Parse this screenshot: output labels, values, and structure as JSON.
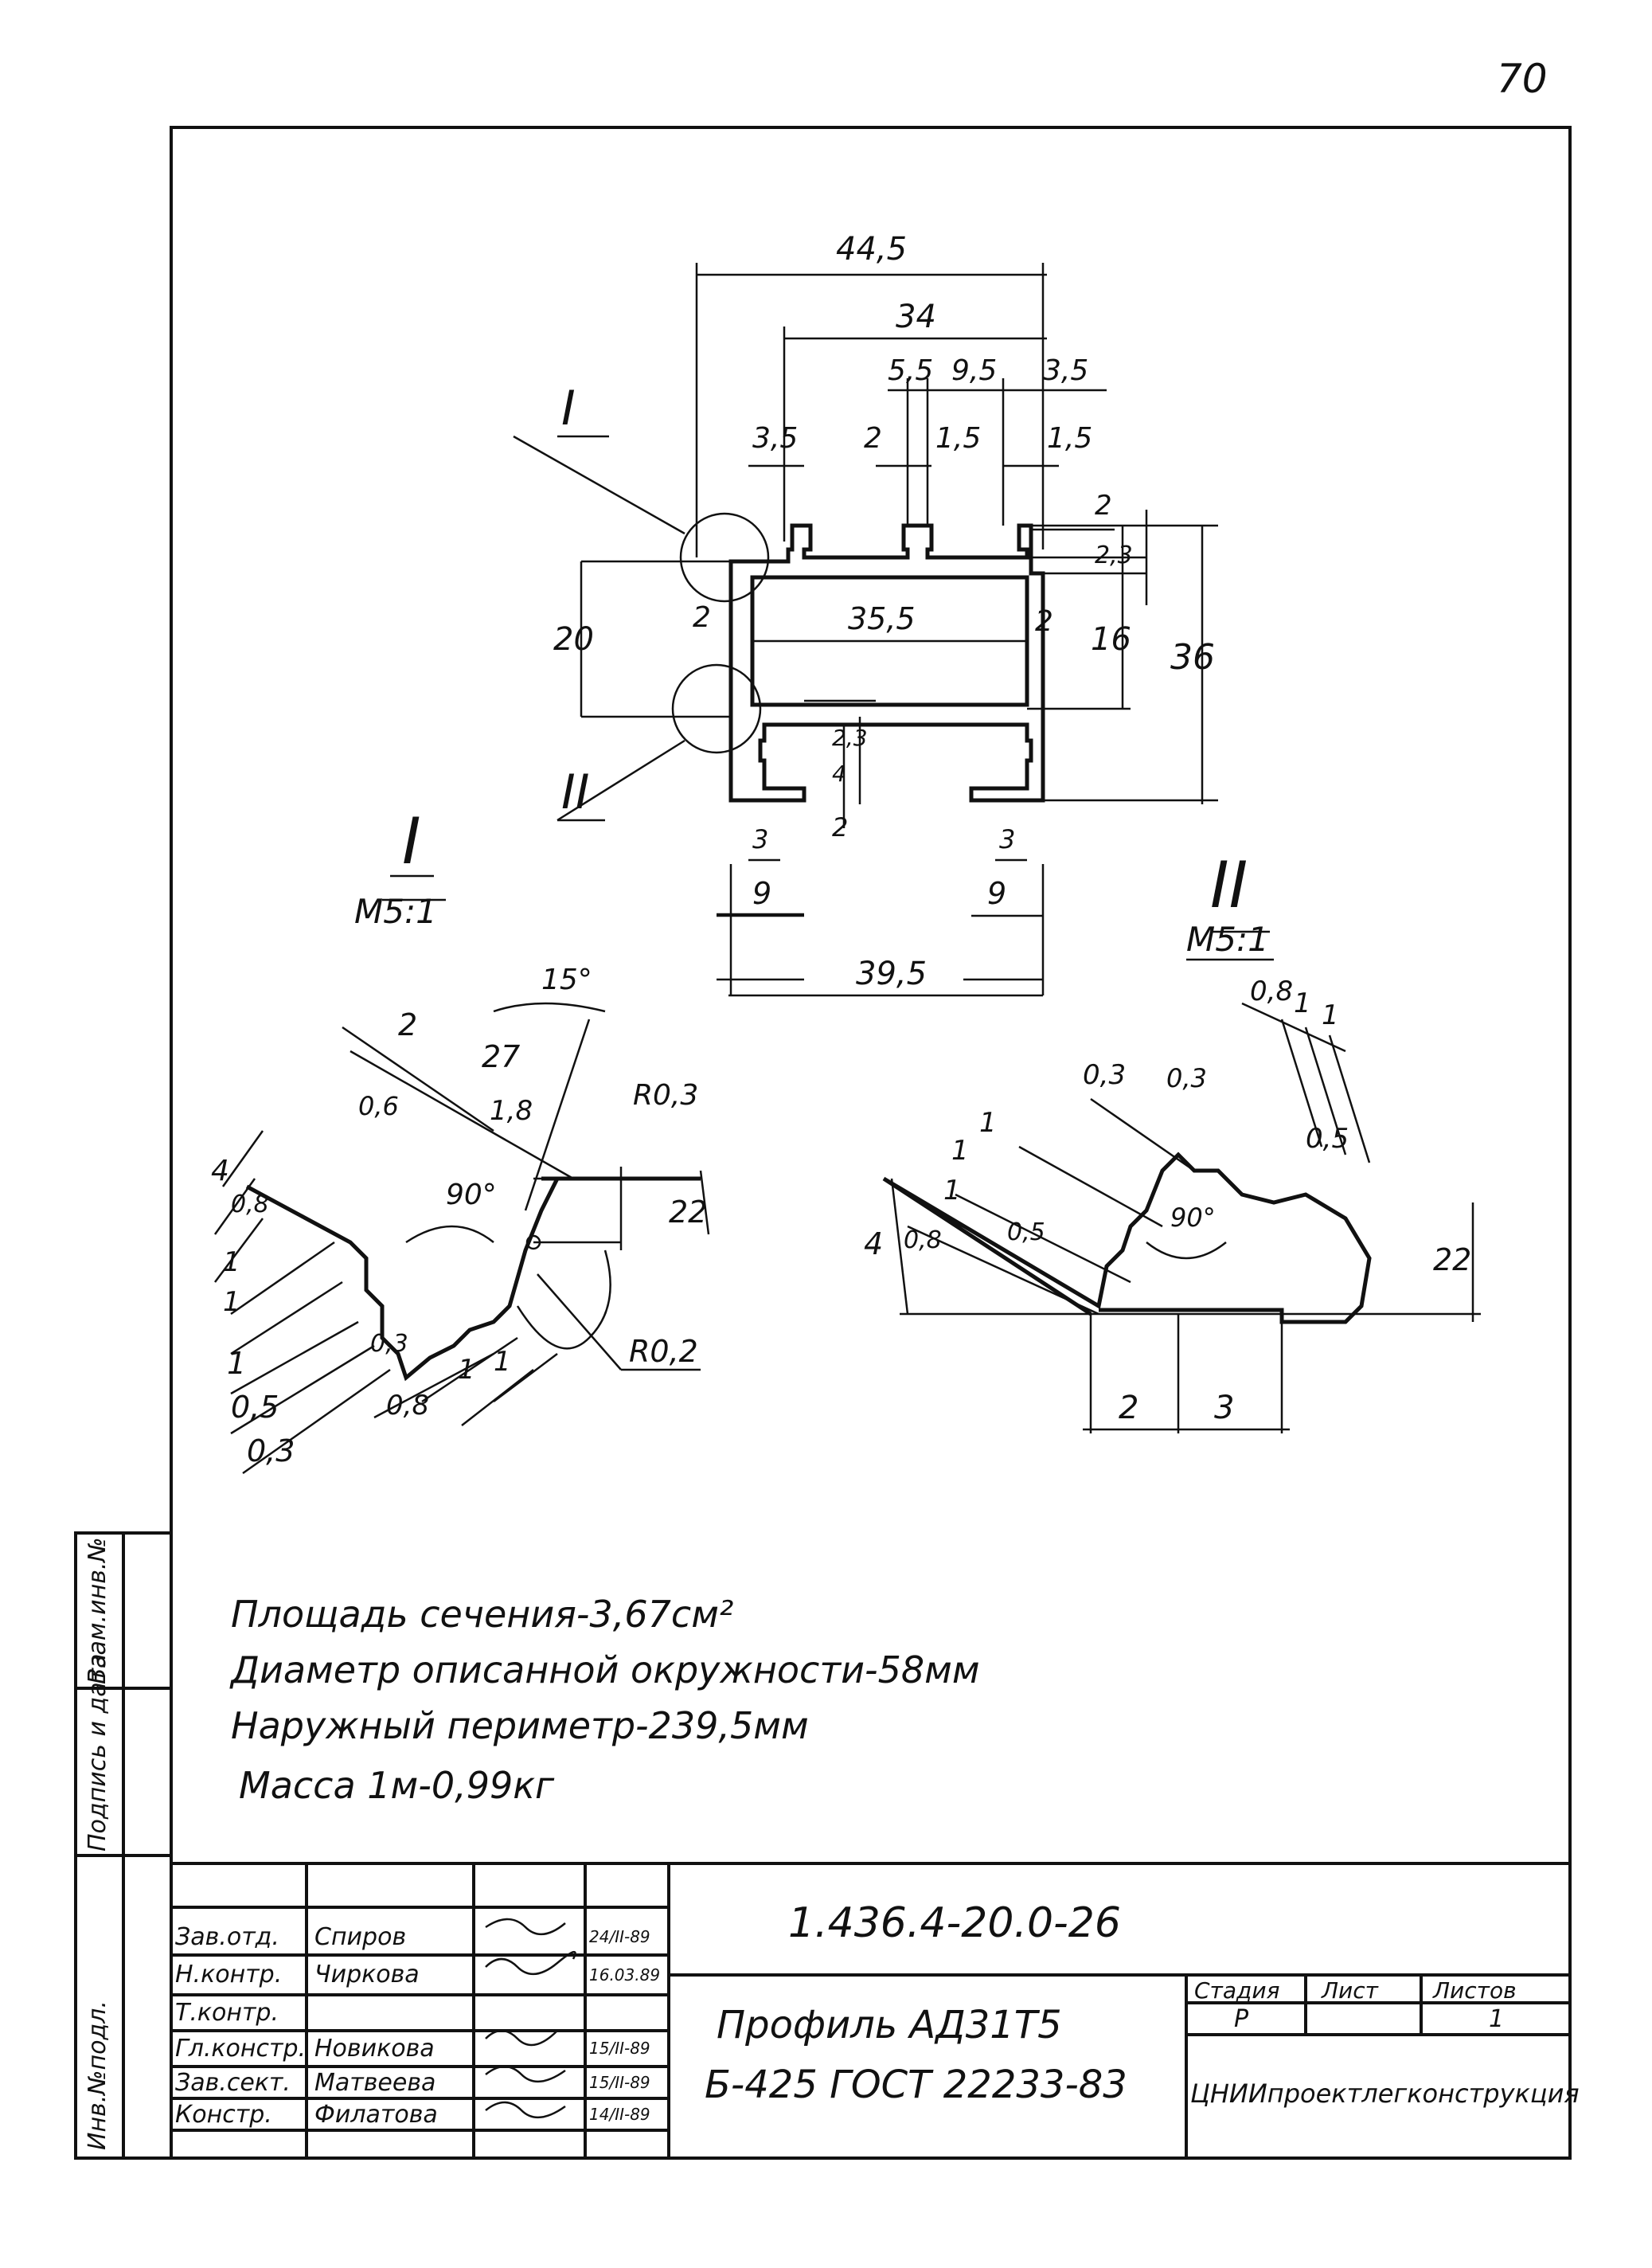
{
  "page_number": "70",
  "views": {
    "main": {
      "dims": [
        "44,5",
        "34",
        "5,5",
        "9,5",
        "3,5",
        "3,5",
        "2",
        "1,5",
        "1,5",
        "2",
        "2,3",
        "36",
        "16",
        "20",
        "2",
        "35,5",
        "2",
        "2,3",
        "4",
        "2",
        "3",
        "9",
        "3",
        "9",
        "39,5"
      ],
      "callout_1": "I",
      "callout_2": "II"
    },
    "detail_1": {
      "title": "I",
      "scale": "М5:1",
      "dims": [
        "2",
        "27",
        "15°",
        "1,8",
        "0,6",
        "R0,3",
        "4",
        "0,8",
        "90°",
        "22",
        "1",
        "1",
        "1",
        "0,5",
        "0,3",
        "0,3",
        "0,8",
        "1",
        "1",
        "R0,2"
      ]
    },
    "detail_2": {
      "title": "II",
      "scale": "М5:1",
      "dims": [
        "0,8",
        "1",
        "1",
        "0,3",
        "0,3",
        "0,5",
        "1",
        "1",
        "4",
        "0,8",
        "1",
        "0,5",
        "90°",
        "22",
        "2",
        "3"
      ]
    }
  },
  "notes": {
    "area": "Площадь сечения-3,67см²",
    "diameter": "Диаметр описанной окружности-58мм",
    "perimeter": "Наружный периметр-239,5мм",
    "mass": "Масса 1м-0,99кг"
  },
  "side_labels": {
    "inv_no": "Инв.№подл.",
    "sign_date": "Подпись и дата",
    "replace_inv": "Взам.инв.№"
  },
  "title_block": {
    "doc_code": "1.436.4-20.0-26",
    "title_line1": "Профиль АД31Т5",
    "title_line2": "Б-425 ГОСТ 22233-83",
    "org": "ЦНИИпроектлегконструкция",
    "stage_hdr": "Стадия",
    "sheet_hdr": "Лист",
    "sheets_hdr": "Листов",
    "stage": "Р",
    "sheet": "",
    "sheets": "1",
    "staff": [
      {
        "role": "Зав.отд.",
        "name": "Спиров",
        "date": "24/II-89"
      },
      {
        "role": "Н.контр.",
        "name": "Чиркова",
        "date": "16.03.89"
      },
      {
        "role": "Т.контр.",
        "name": "",
        "date": ""
      },
      {
        "role": "Гл.констр.",
        "name": "Новикова",
        "date": "15/II-89"
      },
      {
        "role": "Зав.сект.",
        "name": "Матвеева",
        "date": "15/II-89"
      },
      {
        "role": "Констр.",
        "name": "Филатова",
        "date": "14/II-89"
      }
    ]
  }
}
